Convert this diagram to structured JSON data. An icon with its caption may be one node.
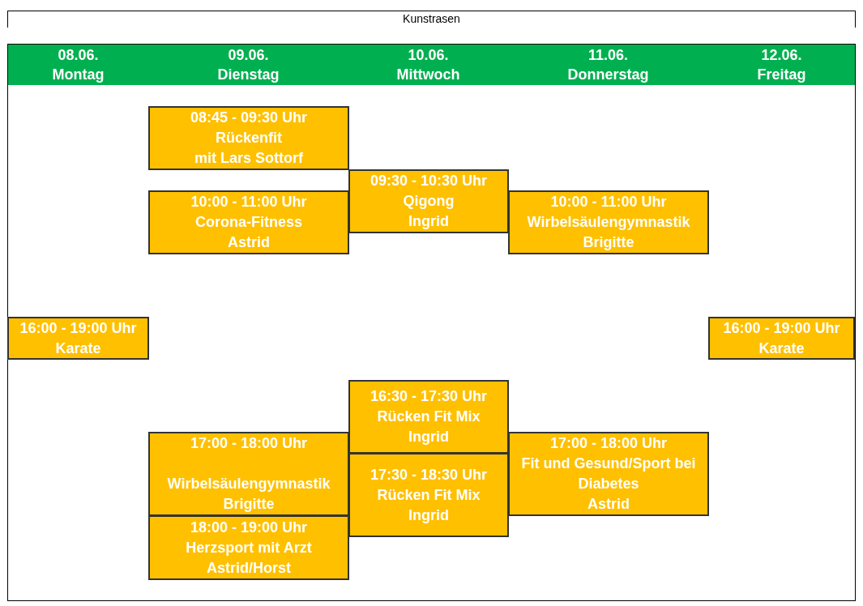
{
  "diagram": {
    "title": "Kunstrasen",
    "nodes": [
      {
        "text": [
          "08.06.",
          "Montag"
        ]
      },
      {
        "text": [
          "09.06.",
          "Dienstag"
        ]
      },
      {
        "text": [
          "10.06.",
          "Mittwoch"
        ]
      },
      {
        "text": [
          "11.06.",
          "Donnerstag"
        ]
      },
      {
        "text": [
          "12.06.",
          "Freitag"
        ]
      },
      {
        "text": [
          "08:45 - 09:30 Uhr",
          "Rückenfit",
          "mit Lars Sottorf"
        ]
      },
      {
        "text": [
          "09:30 - 10:30 Uhr",
          "Qigong",
          "Ingrid"
        ]
      },
      {
        "text": [
          "10:00 - 11:00 Uhr",
          "Corona-Fitness",
          "Astrid"
        ]
      },
      {
        "text": [
          "10:00 - 11:00 Uhr",
          "Wirbelsäulengymnastik",
          "Brigitte"
        ]
      },
      {
        "text": [
          "16:00 - 19:00 Uhr",
          "Karate"
        ]
      },
      {
        "text": [
          "16:00 - 19:00 Uhr",
          "Karate"
        ]
      },
      {
        "text": [
          "16:30 - 17:30 Uhr",
          "Rücken Fit Mix",
          "Ingrid"
        ]
      },
      {
        "text": [
          "17:00 - 18:00 Uhr",
          "Wirbelsäulengymnastik",
          "Brigitte"
        ]
      },
      {
        "text": [
          "17:00 - 18:00 Uhr",
          "Fit und Gesund/Sport bei Diabetes",
          "Astrid"
        ]
      },
      {
        "text": [
          "17:30 - 18:30 Uhr",
          "Rücken Fit Mix",
          "Ingrid"
        ]
      },
      {
        "text": [
          "18:00 - 19:00 Uhr",
          "Herzsport mit Arzt",
          "Astrid/Horst"
        ]
      }
    ]
  }
}
